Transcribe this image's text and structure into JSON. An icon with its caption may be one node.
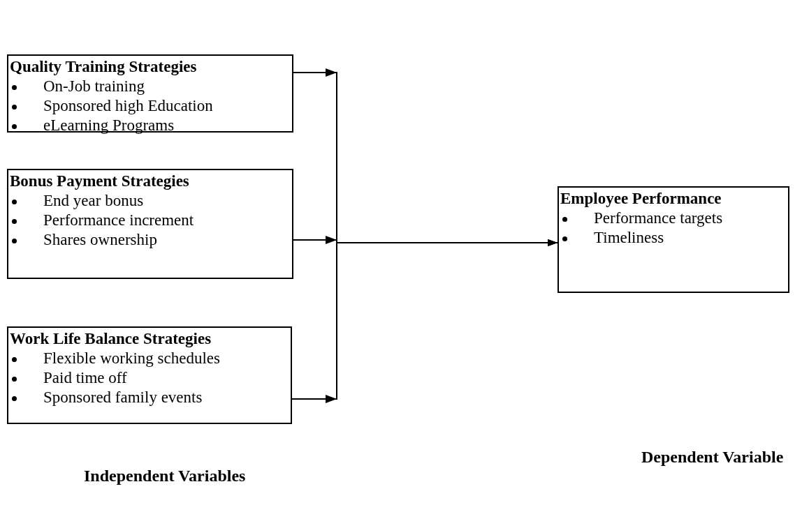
{
  "diagram": {
    "nodes": [
      {
        "text": [
          "Quality Training Strategies",
          "On-Job training",
          "Sponsored high Education",
          "eLearning Programs"
        ]
      },
      {
        "text": [
          "Bonus Payment Strategies",
          "End year bonus",
          "Performance increment",
          "Shares ownership"
        ]
      },
      {
        "text": [
          "Work Life Balance Strategies",
          "Flexible working schedules",
          "Paid time off",
          "Sponsored family events"
        ]
      },
      {
        "text": [
          "Employee Performance",
          "Performance targets",
          "Timeliness"
        ]
      }
    ],
    "edges": [
      {
        "from": 0,
        "to": 3,
        "arrow": "to"
      },
      {
        "from": 1,
        "to": 3,
        "arrow": "to"
      },
      {
        "from": 2,
        "to": 3,
        "arrow": "to"
      }
    ],
    "labels": [
      "Independent Variables",
      "Dependent Variable"
    ]
  }
}
